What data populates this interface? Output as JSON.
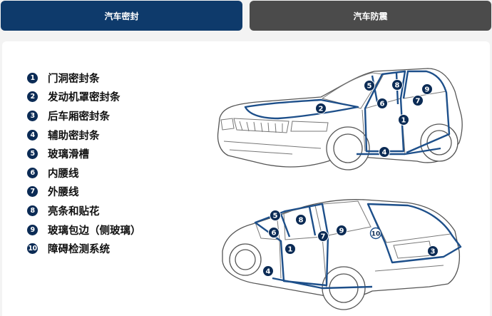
{
  "tabs": [
    {
      "label": "汽车密封",
      "active": true
    },
    {
      "label": "汽车防震",
      "active": false
    }
  ],
  "legend": [
    {
      "num": "1",
      "label": "门洞密封条"
    },
    {
      "num": "2",
      "label": "发动机罩密封条"
    },
    {
      "num": "3",
      "label": "后车厢密封条"
    },
    {
      "num": "4",
      "label": "辅助密封条"
    },
    {
      "num": "5",
      "label": "玻璃滑槽"
    },
    {
      "num": "6",
      "label": "内腰线"
    },
    {
      "num": "7",
      "label": "外腰线"
    },
    {
      "num": "8",
      "label": "亮条和贴花"
    },
    {
      "num": "9",
      "label": "玻璃包边（侧玻璃）"
    },
    {
      "num": "10",
      "label": "障碍检测系统"
    }
  ],
  "car_front_markers": [
    "2",
    "5",
    "8",
    "9",
    "6",
    "7",
    "1",
    "4"
  ],
  "car_rear_markers": [
    "5",
    "8",
    "6",
    "9",
    "7",
    "10",
    "1",
    "3",
    "4"
  ],
  "colors": {
    "accent": "#0e3a6b",
    "inactive_tab": "#4b4b4b",
    "seal_line": "#1d4f8a",
    "marker": "#0b2b55"
  }
}
